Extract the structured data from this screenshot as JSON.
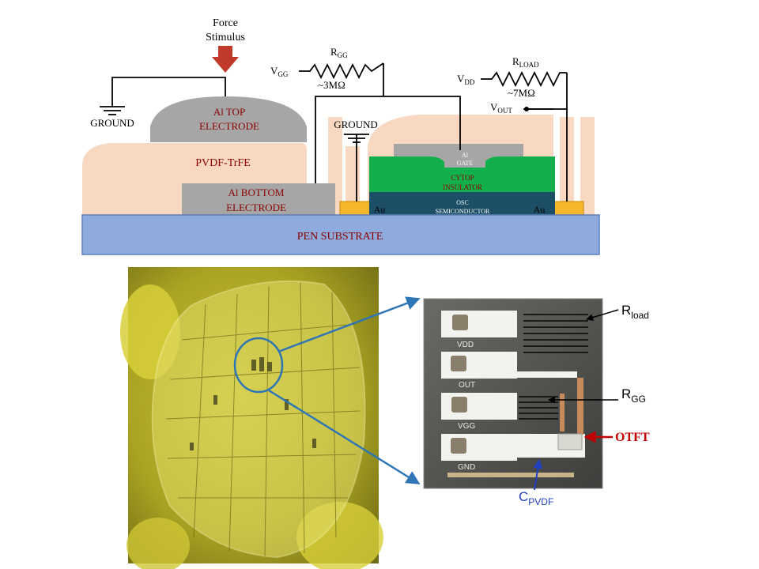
{
  "force_stimulus": {
    "line1": "Force",
    "line2": "Stimulus"
  },
  "ground_left": "GROUND",
  "ground_right": "GROUND",
  "al_top_electrode": {
    "line1": "Al TOP",
    "line2": "ELECTRODE"
  },
  "pvdf_trfe": "PVDF-TrFE",
  "al_bottom_electrode": {
    "line1": "Al BOTTOM",
    "line2": "ELECTRODE"
  },
  "pen_substrate": "PEN SUBSTRATE",
  "vgg": {
    "main": "V",
    "sub": "GG"
  },
  "rgg": {
    "main": "R",
    "sub": "GG",
    "value": "~3MΩ"
  },
  "vdd": {
    "main": "V",
    "sub": "DD"
  },
  "rload": {
    "main": "R",
    "sub": "LOAD",
    "value": "~7MΩ"
  },
  "vout": {
    "main": "V",
    "sub": "OUT"
  },
  "al_gate": {
    "line1": "Al",
    "line2": "GATE"
  },
  "cytop_insulator": {
    "line1": "CYTOP",
    "line2": "INSULATOR"
  },
  "osc_semiconductor": {
    "line1": "OSC",
    "line2": "SEMICONDUCTOR"
  },
  "au_left": "Au",
  "au_right": "Au",
  "pad_labels": [
    "VDD",
    "OUT",
    "VGG",
    "GND"
  ],
  "callout_rload": {
    "main": "R",
    "sub": "load"
  },
  "callout_rgg": {
    "main": "R",
    "sub": "GG"
  },
  "callout_otft": "OTFT",
  "callout_cpvdf": {
    "main": "C",
    "sub": "PVDF"
  },
  "colors": {
    "pvdf": "#f9d8c2",
    "al_grey": "#a6a6a6",
    "substrate": "#8faadc",
    "cytop": "#12b04c",
    "osc": "#1c4f66",
    "au": "#f5b72c",
    "arrow_red": "#c0392b",
    "label_red": "#c00000",
    "blue_arrow": "#2e75b6",
    "cpvdf_blue": "#1f3fbf",
    "photo_yellow": "#b8b226"
  }
}
